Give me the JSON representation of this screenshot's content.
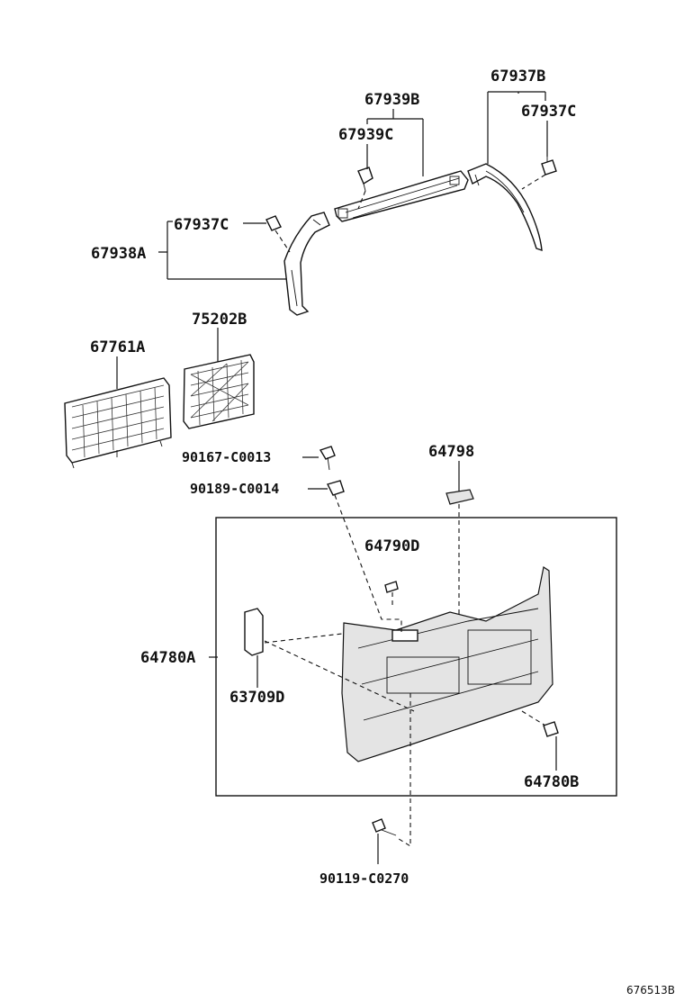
{
  "labels": {
    "p67937B": "67937B",
    "p67939B": "67939B",
    "p67937C_right": "67937C",
    "p67939C": "67939C",
    "p67937C_left": "67937C",
    "p67938A": "67938A",
    "p75202B": "75202B",
    "p67761A": "67761A",
    "p90167": "90167-C0013",
    "p64798": "64798",
    "p90189": "90189-C0014",
    "p64790D": "64790D",
    "p64780A": "64780A",
    "p63709D": "63709D",
    "p64780B": "64780B",
    "p90119": "90119-C0270",
    "diagram_code": "676513B"
  }
}
